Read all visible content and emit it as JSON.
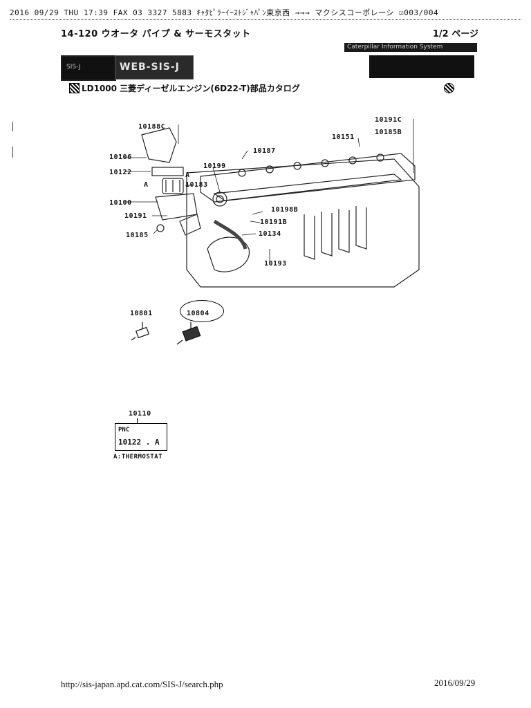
{
  "fax_header": "2016 09/29 THU 17:39  FAX 03 3327 5883 ｷｬﾀﾋﾟﾗｰｲｰｽﾄｼﾞｬﾊﾟﾝ東京西 →→→ マクシスコーポレーシ  ☑003/004",
  "document_title": "14-120 ウオータ パイプ & サーモスタット",
  "page_indicator": "1/2 ページ",
  "header_bar_top": "Caterpillar Information System",
  "header_bar_left": "SIS-J",
  "header_bar_mid": "WEB-SIS-J",
  "catalog_title": "LD1000 三菱ディーゼルエンジン(6D22-T)部品カタログ",
  "part_labels": {
    "p10188C": "10188C",
    "p10106": "10106",
    "p10122": "10122",
    "pA1": "A",
    "pA2": "A",
    "p10183": "10183",
    "p10100": "10100",
    "p10191": "10191",
    "p10185": "10185",
    "p10187": "10187",
    "p10199": "10199",
    "p10151": "10151",
    "p10191C": "10191C",
    "p10185B": "10185B",
    "p10198B": "10198B",
    "p10191B": "10191B",
    "p10134": "10134",
    "p10193": "10193",
    "p10801": "10801",
    "p10804": "10804",
    "p10110": "10110"
  },
  "pnc_box": {
    "label": "PNC",
    "value": "10122 . A"
  },
  "legend_note": "A:THERMOSTAT",
  "footer_url": "http://sis-japan.apd.cat.com/SIS-J/search.php",
  "footer_date": "2016/09/29"
}
